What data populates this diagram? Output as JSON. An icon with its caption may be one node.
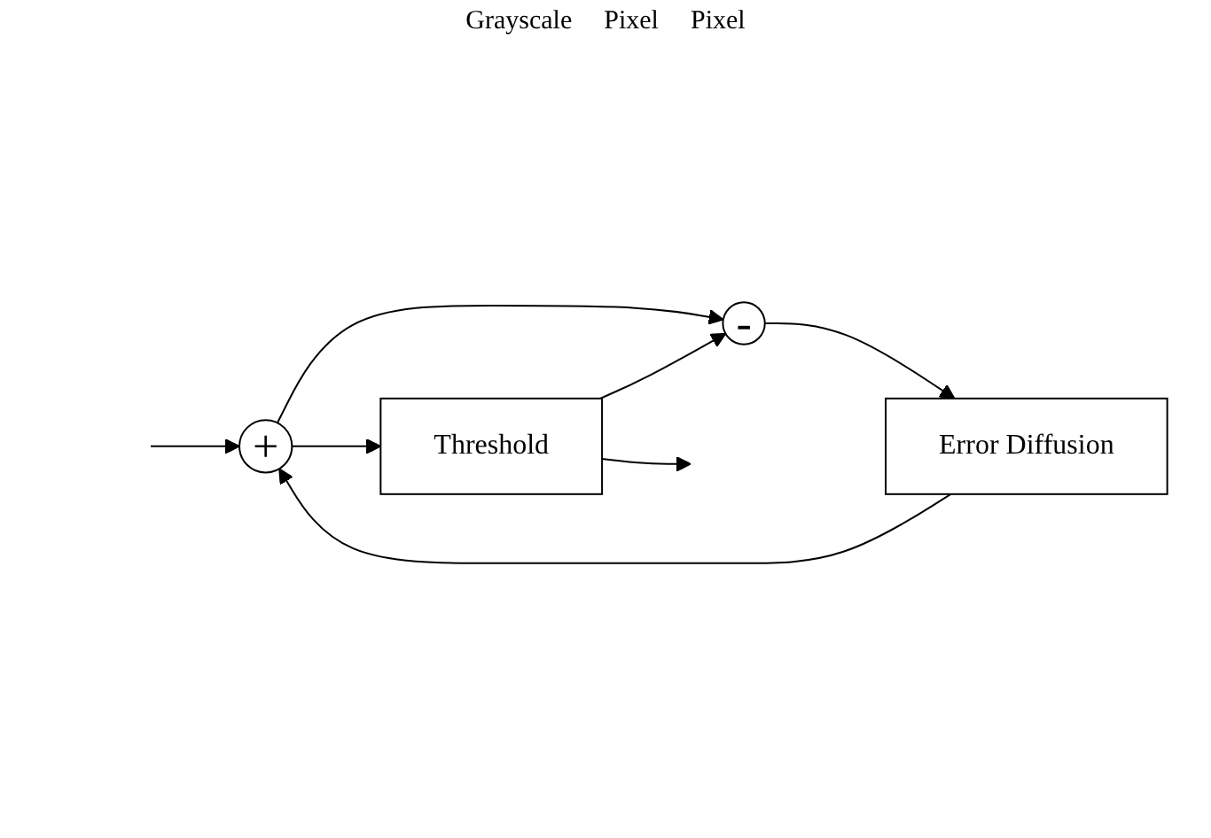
{
  "diagram": {
    "nodes": [
      {
        "text": [
          "+"
        ]
      },
      {
        "text": [
          "Threshold"
        ]
      },
      {
        "text": [
          "-"
        ]
      },
      {
        "text": [
          "Error Diffusion"
        ]
      }
    ],
    "edges": [
      {
        "from": null,
        "to": 0,
        "arrow": "to"
      },
      {
        "from": 0,
        "to": 1,
        "arrow": "to"
      },
      {
        "from": 0,
        "to": 2,
        "arrow": "to"
      },
      {
        "from": 1,
        "to": null,
        "arrow": "to"
      },
      {
        "from": 1,
        "to": 2,
        "arrow": "to"
      },
      {
        "from": 2,
        "to": 3,
        "arrow": "to"
      },
      {
        "from": 3,
        "to": 0,
        "arrow": "to"
      }
    ],
    "labels": [
      "Grayscale",
      "Pixel",
      "Pixel"
    ]
  }
}
